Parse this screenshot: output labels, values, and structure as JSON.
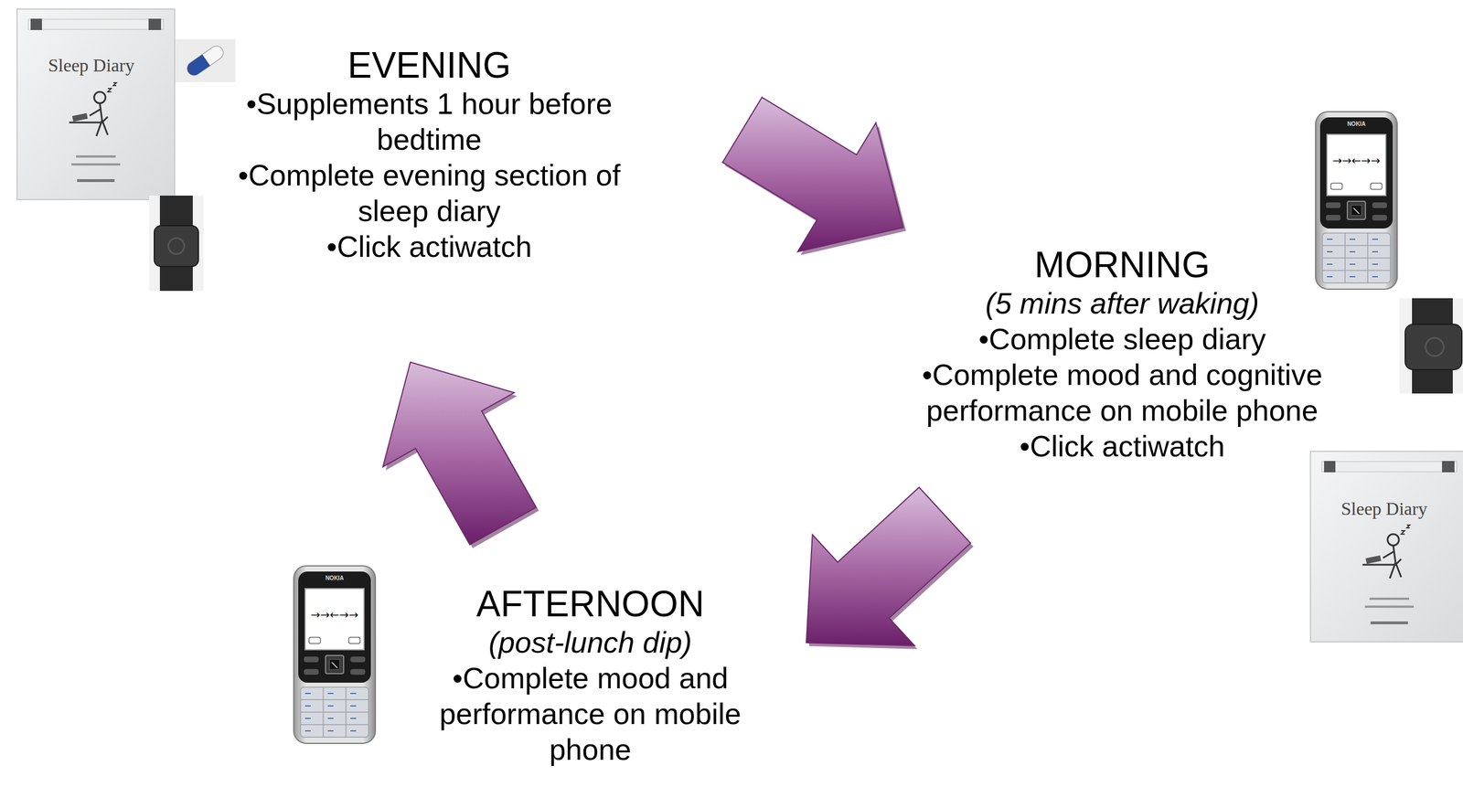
{
  "diagram": {
    "nodes": [
      {
        "text": [
          "EVENING",
          "•Supplements 1 hour before bedtime",
          "•Complete evening section of sleep diary",
          "•Click actiwatch"
        ]
      },
      {
        "text": [
          "MORNING",
          "(5 mins after waking)",
          "•Complete sleep diary",
          "•Complete mood and cognitive performance on mobile phone",
          "•Click actiwatch"
        ]
      },
      {
        "text": [
          "AFTERNOON",
          "(post-lunch dip)",
          "•Complete mood and performance on mobile phone"
        ]
      }
    ],
    "edges": [
      {
        "from": 0,
        "to": 1,
        "arrow": "to"
      },
      {
        "from": 1,
        "to": 2,
        "arrow": "to"
      },
      {
        "from": 2,
        "to": 0,
        "arrow": "to"
      }
    ],
    "labels": [
      "Sleep Diary",
      "NOKIA",
      "→→←→→",
      "Sleep Diary",
      "NOKIA",
      "→→←→→"
    ]
  }
}
